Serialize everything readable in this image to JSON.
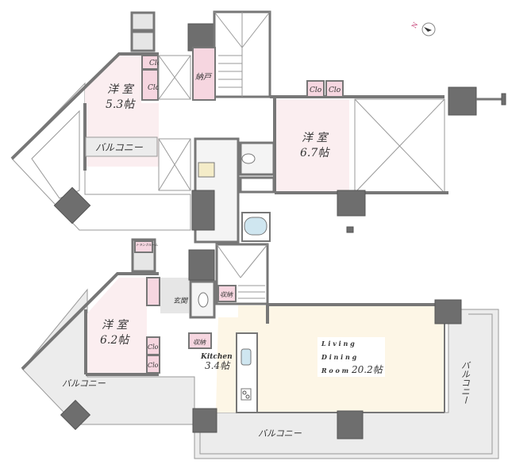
{
  "upper_floor": {
    "bedroom_1": {
      "name": "洋 室",
      "size": "5.3帖"
    },
    "bedroom_1_closets": [
      "Clo",
      "Clo"
    ],
    "storage": "納戸",
    "balcony": "バルコニー",
    "bedroom_2": {
      "name": "洋 室",
      "size": "6.7帖"
    },
    "bedroom_2_closets": [
      "Clo",
      "Clo"
    ]
  },
  "lower_floor": {
    "trunk_room": "トランクルーム",
    "entrance": "玄関",
    "storage_1": "収納",
    "storage_2": "収納",
    "bedroom": {
      "name": "洋 室",
      "size": "6.2帖"
    },
    "bedroom_closets": [
      "Clo",
      "Clo"
    ],
    "kitchen": {
      "name": "Kitchen",
      "size": "3.4帖"
    },
    "ldr": {
      "line1": "L i v i n g",
      "line2": "D i n i n g",
      "line3": "R o o m",
      "size": "20.2帖"
    },
    "balcony_left": "バルコニー",
    "balcony_bottom": "バルコニー",
    "balcony_right": "バルコニー"
  },
  "compass": {
    "label": "N",
    "icon": "compass-icon",
    "color": "#c0306a"
  },
  "colors": {
    "bedroom": "#fbeef0",
    "closet": "#f6d6e0",
    "living": "#fdf6e6",
    "balcony": "#ececec",
    "column": "#6e6e6e"
  }
}
